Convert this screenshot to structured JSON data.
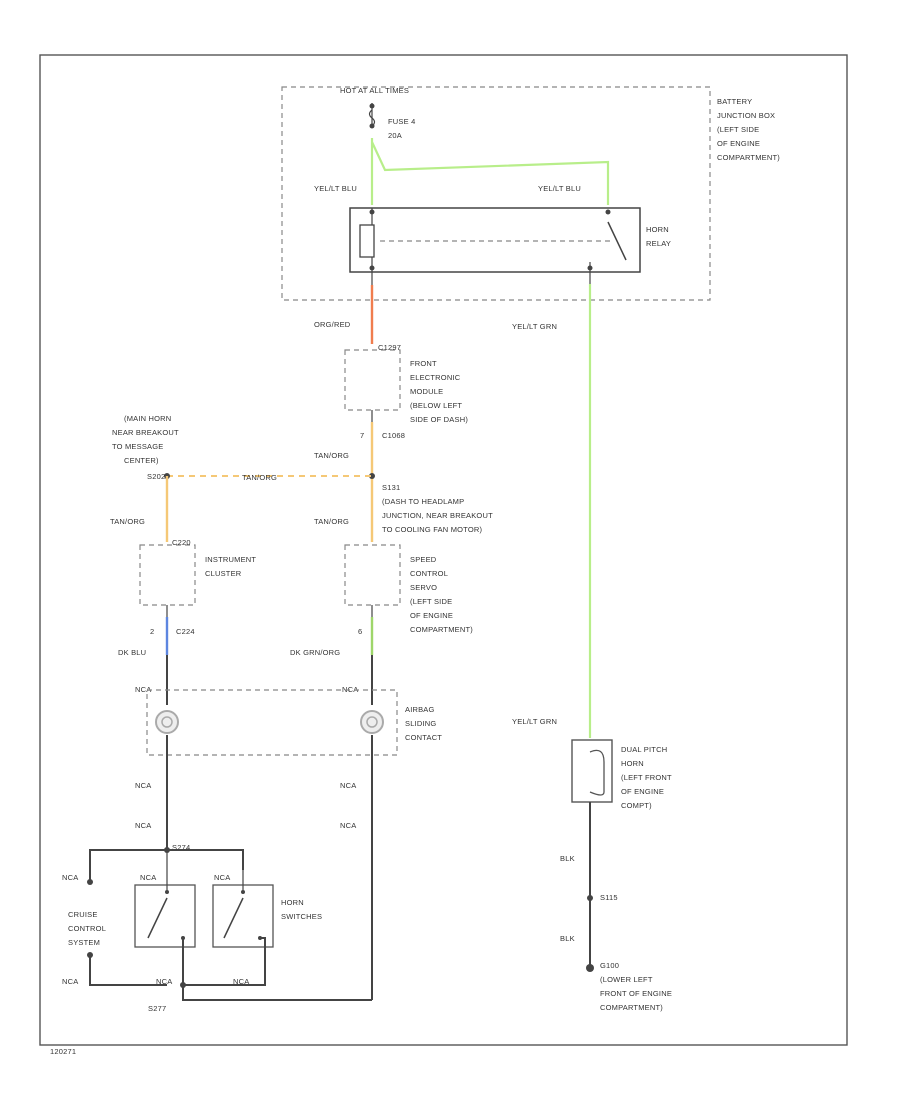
{
  "labels": {
    "hot_at_all_times": "HOT AT ALL TIMES",
    "fuse_name": "FUSE 4",
    "fuse_amp": "20A",
    "bjb": [
      "BATTERY",
      "JUNCTION BOX",
      "(LEFT SIDE",
      "OF ENGINE",
      "COMPARTMENT)"
    ],
    "horn_relay": [
      "HORN",
      "RELAY"
    ],
    "wire_yel_blu_left": "YEL/LT BLU",
    "wire_yel_blu_right": "YEL/LT BLU",
    "wire_org_red": "ORG/RED",
    "wire_yel_grn_upper": "YEL/LT GRN",
    "wire_yel_grn_lower": "YEL/LT GRN",
    "c_fem_top": "C1297",
    "fem": [
      "FRONT",
      "ELECTRONIC",
      "MODULE",
      "(BELOW LEFT",
      "SIDE OF DASH)"
    ],
    "c_fem_bottom": "C1068",
    "pin_fem_bottom": "7",
    "wire_tan_org_1": "TAN/ORG",
    "main_horn": [
      "(MAIN HORN",
      "NEAR BREAKOUT",
      "TO MESSAGE",
      "CENTER)"
    ],
    "splice_left": "S202",
    "wire_tan_org_mid": "TAN/ORG",
    "splice_right": "S131",
    "s131_desc": [
      "(DASH TO HEADLAMP",
      "JUNCTION, NEAR BREAKOUT",
      "TO COOLING FAN MOTOR)"
    ],
    "wire_tan_org_2": "TAN/ORG",
    "wire_tan_org_3": "TAN/ORG",
    "c_ic_top": "C220",
    "instrument_cluster": [
      "INSTRUMENT",
      "CLUSTER"
    ],
    "speed_control": [
      "SPEED",
      "CONTROL",
      "SERVO",
      "(LEFT SIDE",
      "OF ENGINE",
      "COMPARTMENT)"
    ],
    "pin_ic": "2",
    "c_ic_bottom": "C224",
    "pin_sc": "6",
    "wire_dk_blu": "DK BLU",
    "wire_dk_grn_org": "DK GRN/ORG",
    "nca_top_left": "NCA",
    "nca_top_right": "NCA",
    "airbag": [
      "AIRBAG",
      "SLIDING",
      "CONTACT"
    ],
    "nca_mid_left_1": "NCA",
    "nca_mid_left_2": "NCA",
    "nca_mid_right_1": "NCA",
    "nca_mid_right_2": "NCA",
    "splice_s274": "S274",
    "nca_cruise_top": "NCA",
    "nca_sw1": "NCA",
    "nca_sw2": "NCA",
    "horn_switches": [
      "HORN",
      "SWITCHES"
    ],
    "cruise_control": [
      "CRUISE",
      "CONTROL",
      "SYSTEM"
    ],
    "nca_cruise_bottom": "NCA",
    "nca_bottom_1": "NCA",
    "nca_bottom_2": "NCA",
    "splice_s277": "S277",
    "dual_horn": [
      "DUAL PITCH",
      "HORN",
      "(LEFT FRONT",
      "OF ENGINE",
      "COMPT)"
    ],
    "wire_blk_1": "BLK",
    "splice_s115": "S115",
    "wire_blk_2": "BLK",
    "ground_g100": "G100",
    "ground_desc": [
      "(LOWER LEFT",
      "FRONT OF ENGINE",
      "COMPARTMENT)"
    ],
    "diagram_id": "120271"
  },
  "colors": {
    "yel_blu": "#b8ee8a",
    "yel_grn": "#b8ee8a",
    "org_red": "#f07d4e",
    "tan_org": "#f5c876",
    "dk_blu": "#5d86e0",
    "dk_grn_org": "#9ed66a",
    "black": "#444444",
    "dashed": "#888888"
  }
}
